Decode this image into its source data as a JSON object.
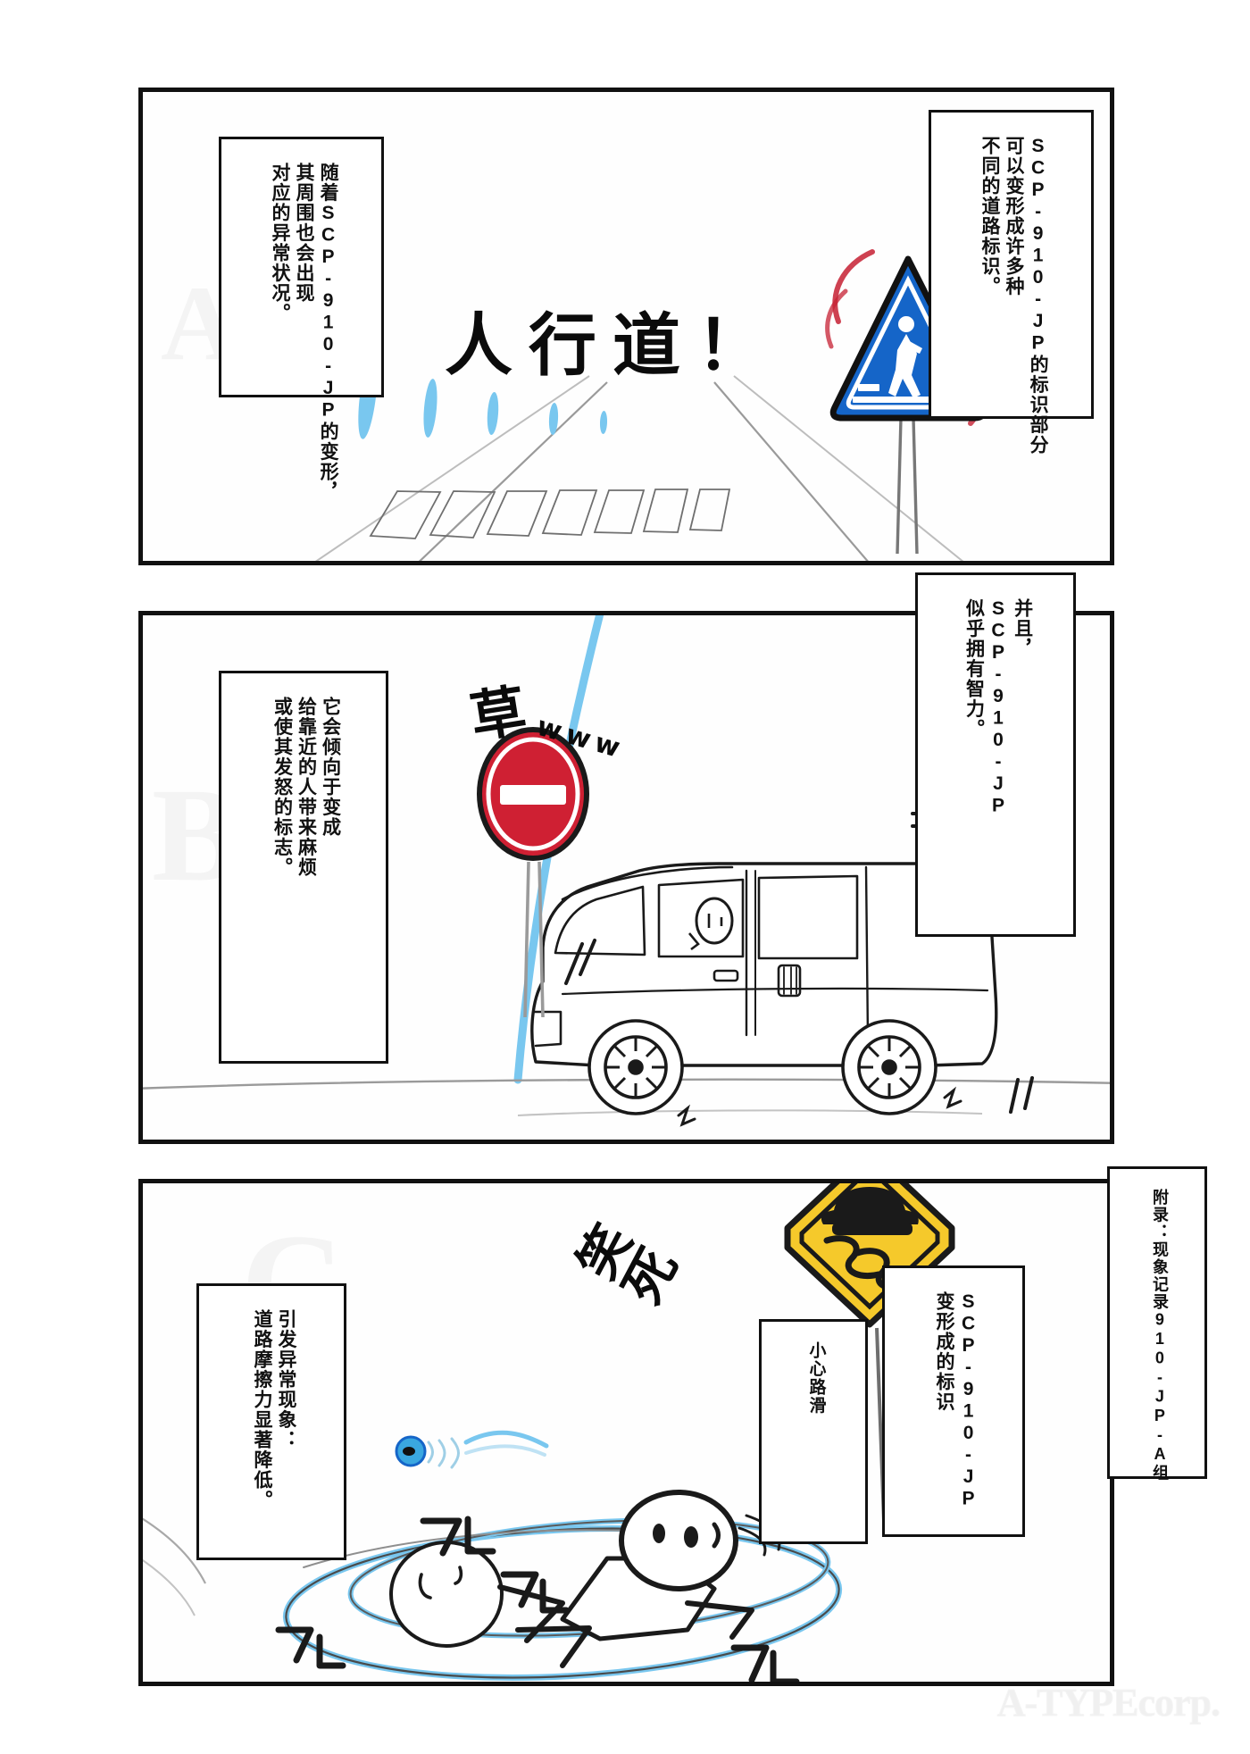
{
  "document": {
    "kind": "four-panel-manga",
    "watermark": "A-TYPEcorp."
  },
  "colors": {
    "ink": "#111111",
    "panel_bg": "#fefefe",
    "sign_blue": "#1565c8",
    "sign_red": "#cf2033",
    "sign_yellow": "#f5c92b",
    "accent_cyan": "#79c7ef",
    "motion_red": "#c62033",
    "watermark_grey": "#f0f0f0"
  },
  "panels": [
    {
      "id": "panel-1",
      "caption_left": {
        "name": "narration-box-deformation",
        "lines": [
          "随着SCP-910-JP的变形，",
          "其周围也会出现",
          "对应的异常状况。"
        ]
      },
      "caption_right": {
        "name": "narration-box-signtypes",
        "lines": [
          "SCP-910-JP的标识部分",
          "可以变形成许多种",
          "不同的道路标识。"
        ]
      },
      "shout": "人行道！",
      "sign": {
        "name": "pedestrian-crossing-sign",
        "type": "blue-triangle-crosswalk",
        "color": "#1565c8"
      },
      "scene": "road with crosswalk stripes vanishing to horizon"
    },
    {
      "id": "panel-2",
      "caption_left": {
        "name": "narration-box-annoyance",
        "lines": [
          "它会倾向于变成",
          "给靠近的人带来麻烦",
          "或使其发怒的标志。"
        ]
      },
      "caption_right": {
        "name": "narration-box-intelligence",
        "lines": [
          "并且，",
          "SCP-910-JP",
          "似乎拥有智力。"
        ]
      },
      "shout": "草",
      "shout_suffix": "www",
      "sign": {
        "name": "no-entry-sign",
        "type": "red-circle-no-entry",
        "color": "#cf2033"
      },
      "scene": "kei van parked beside the sign"
    },
    {
      "id": "panel-3",
      "caption_left": {
        "name": "narration-box-friction",
        "lines": [
          "引发异常现象：",
          "道路摩擦力显著降低。"
        ]
      },
      "caption_sign_label": {
        "name": "sign-label-box-slippery",
        "lines": [
          "小心路滑"
        ]
      },
      "caption_sign_source": {
        "name": "narration-box-transformed-sign",
        "lines": [
          "SCP-910-JP",
          "变形成的标识"
        ]
      },
      "caption_appendix": {
        "name": "narration-box-appendix",
        "lines": [
          "附录：现象记录910-JP-A组"
        ]
      },
      "shout": "笑死",
      "sign": {
        "name": "slippery-road-sign",
        "type": "yellow-diamond-slippery",
        "color": "#f5c92b"
      },
      "sfx": [
        "ク",
        "ル",
        "ク",
        "ル",
        "ク",
        "ル"
      ],
      "scene": "two stick figures spinning and sliding on a slippery road"
    }
  ]
}
